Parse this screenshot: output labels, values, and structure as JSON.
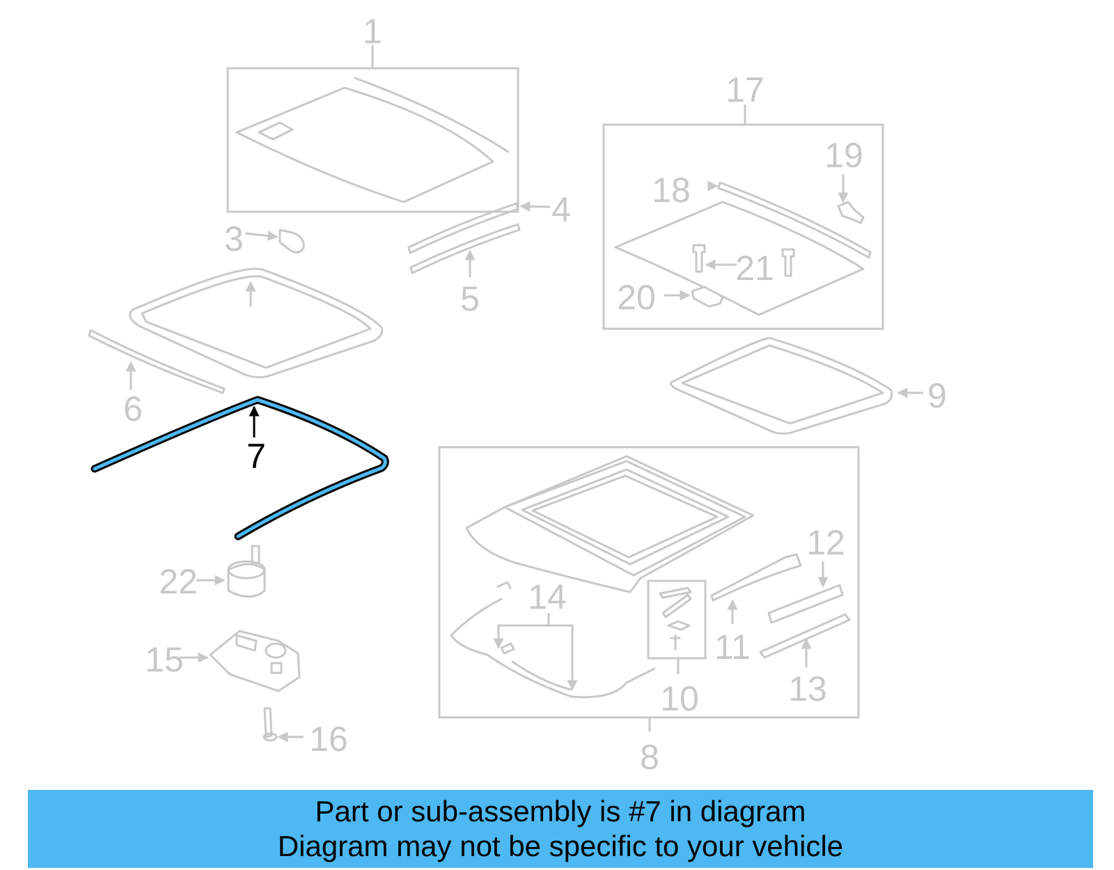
{
  "highlight_color": "#4db8f2",
  "part_color": "#c8c8c8",
  "callouts": {
    "c1": "1",
    "c3": "3",
    "c4": "4",
    "c5": "5",
    "c6": "6",
    "c7": "7",
    "c8": "8",
    "c9": "9",
    "c10": "10",
    "c11": "11",
    "c12": "12",
    "c13": "13",
    "c14": "14",
    "c15": "15",
    "c16": "16",
    "c17": "17",
    "c18": "18",
    "c19": "19",
    "c20": "20",
    "c21": "21",
    "c22": "22"
  },
  "banner": {
    "line1": "Part or sub-assembly is #7 in diagram",
    "line2": "Diagram may not be specific to your vehicle"
  }
}
